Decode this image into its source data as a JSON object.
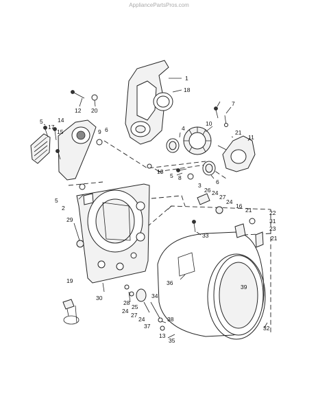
{
  "watermark": "AppliancePartsPros.com",
  "callouts": [
    "1",
    "18",
    "12",
    "20",
    "5",
    "7",
    "14",
    "17",
    "15",
    "9",
    "6",
    "4",
    "10",
    "21",
    "11",
    "13",
    "5",
    "8",
    "6",
    "3",
    "26",
    "24",
    "27",
    "24",
    "16",
    "21",
    "22",
    "31",
    "23",
    "21",
    "5",
    "2",
    "29",
    "33",
    "36",
    "39",
    "19",
    "30",
    "28",
    "25",
    "24",
    "27",
    "24",
    "37",
    "34",
    "38",
    "13",
    "35",
    "32"
  ],
  "colors": {
    "ink": "#222222",
    "paper": "#ffffff",
    "fill": "#f2f2f2",
    "watermark": "#aaaaaa"
  }
}
